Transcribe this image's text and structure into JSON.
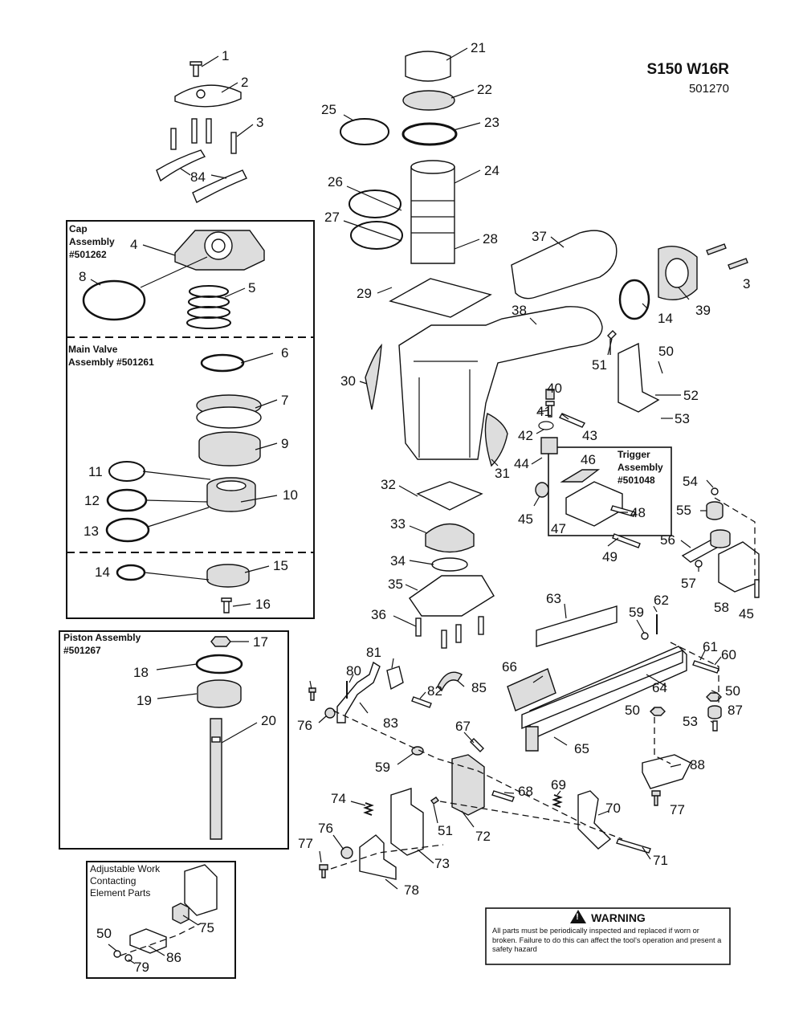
{
  "header": {
    "model": "S150 W16R",
    "drawing_number": "501270"
  },
  "groups": {
    "cap": "Cap\nAssembly\n#501262",
    "main_valve": "Main Valve\nAssembly #501261",
    "piston": "Piston Assembly\n#501267",
    "trigger": "Trigger\nAssembly\n#501048",
    "adjustable": "Adjustable Work\nContacting\nElement Parts"
  },
  "warning": {
    "title": "WARNING",
    "text": "All parts must be periodically inspected and replaced if worn or broken. Failure to do this can affect the tool's operation and present a safety hazard"
  },
  "callouts": [
    "1",
    "2",
    "3",
    "84",
    "4",
    "8",
    "5",
    "6",
    "7",
    "9",
    "11",
    "12",
    "10",
    "13",
    "14",
    "15",
    "16",
    "17",
    "18",
    "19",
    "20",
    "21",
    "22",
    "25",
    "23",
    "24",
    "26",
    "27",
    "28",
    "29",
    "30",
    "31",
    "32",
    "33",
    "34",
    "35",
    "36",
    "37",
    "3",
    "14",
    "39",
    "38",
    "51",
    "50",
    "52",
    "40",
    "41",
    "43",
    "42",
    "53",
    "44",
    "46",
    "45",
    "48",
    "47",
    "54",
    "55",
    "56",
    "49",
    "57",
    "58",
    "45",
    "63",
    "62",
    "59",
    "61",
    "60",
    "66",
    "64",
    "50",
    "87",
    "50",
    "53",
    "65",
    "88",
    "77",
    "81",
    "80",
    "82",
    "85",
    "76",
    "83",
    "67",
    "59",
    "68",
    "69",
    "70",
    "74",
    "51",
    "72",
    "71",
    "76",
    "73",
    "77",
    "78",
    "75",
    "50",
    "86",
    "79"
  ]
}
